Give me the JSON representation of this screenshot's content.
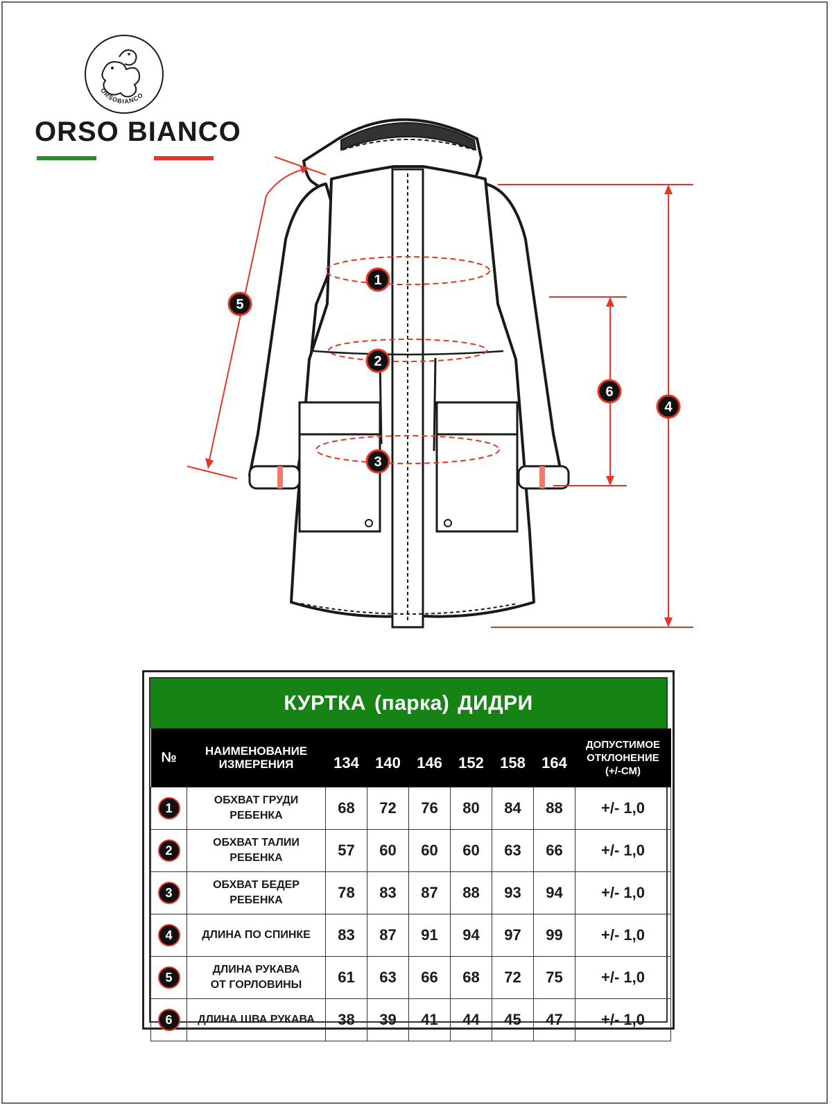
{
  "brand": {
    "name": "ORSO BIANCO",
    "logo_ring_text": "ORSOBIANCO",
    "colors": {
      "green": "#2a8c2a",
      "red": "#e53524"
    }
  },
  "markers": [
    "1",
    "2",
    "3",
    "4",
    "5",
    "6"
  ],
  "table": {
    "title_parts": [
      "КУРТКА",
      "(парка)",
      "ДИДРИ"
    ],
    "header": {
      "no": "№",
      "name_line1": "НАИМЕНОВАНИЕ",
      "name_line2": "ИЗМЕРЕНИЯ",
      "sizes": [
        "134",
        "140",
        "146",
        "152",
        "158",
        "164"
      ],
      "tol_line1": "ДОПУСТИМОЕ",
      "tol_line2": "ОТКЛОНЕНИЕ",
      "tol_line3": "(+/-СМ)"
    },
    "rows": [
      {
        "no": "1",
        "name_line1": "ОБХВАТ ГРУДИ",
        "name_line2": "РЕБЕНКА",
        "values": [
          "68",
          "72",
          "76",
          "80",
          "84",
          "88"
        ],
        "tolerance": "+/- 1,0"
      },
      {
        "no": "2",
        "name_line1": "ОБХВАТ ТАЛИИ",
        "name_line2": "РЕБЕНКА",
        "values": [
          "57",
          "60",
          "60",
          "60",
          "63",
          "66"
        ],
        "tolerance": "+/- 1,0"
      },
      {
        "no": "3",
        "name_line1": "ОБХВАТ БЕДЕР",
        "name_line2": "РЕБЕНКА",
        "values": [
          "78",
          "83",
          "87",
          "88",
          "93",
          "94"
        ],
        "tolerance": "+/- 1,0"
      },
      {
        "no": "4",
        "name_line1": "ДЛИНА ПО СПИНКЕ",
        "name_line2": "",
        "values": [
          "83",
          "87",
          "91",
          "94",
          "97",
          "99"
        ],
        "tolerance": "+/- 1,0"
      },
      {
        "no": "5",
        "name_line1": "ДЛИНА РУКАВА",
        "name_line2": "ОТ ГОРЛОВИНЫ",
        "values": [
          "61",
          "63",
          "66",
          "68",
          "72",
          "75"
        ],
        "tolerance": "+/- 1,0"
      },
      {
        "no": "6",
        "name_line1": "ДЛИНА ШВА РУКАВА",
        "name_line2": "",
        "values": [
          "38",
          "39",
          "41",
          "44",
          "45",
          "47"
        ],
        "tolerance": "+/- 1,0"
      }
    ]
  }
}
